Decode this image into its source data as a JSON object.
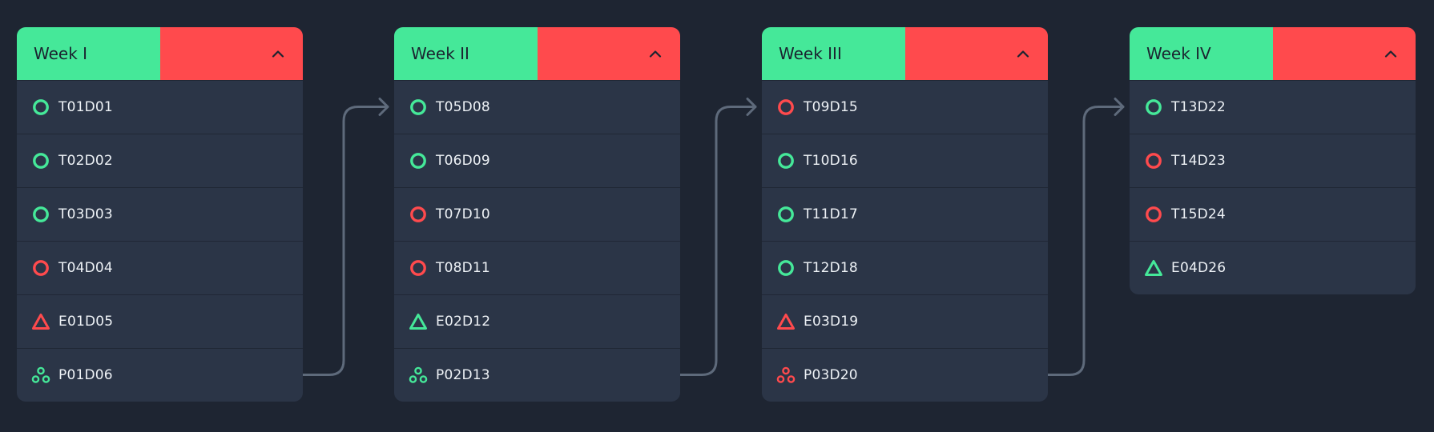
{
  "colors": {
    "background": "#1e2532",
    "card": "#2b3547",
    "divider": "#1f2735",
    "green": "#45e899",
    "red": "#ff4a4d",
    "connector": "#5e6a7b",
    "text": "#eef2f6",
    "header_text": "#1b2430"
  },
  "weeks": [
    {
      "title": "Week I",
      "items": [
        {
          "label": "T01D01",
          "icon": "circle-icon",
          "status": "green"
        },
        {
          "label": "T02D02",
          "icon": "circle-icon",
          "status": "green"
        },
        {
          "label": "T03D03",
          "icon": "circle-icon",
          "status": "green"
        },
        {
          "label": "T04D04",
          "icon": "circle-icon",
          "status": "red"
        },
        {
          "label": "E01D05",
          "icon": "triangle-icon",
          "status": "red"
        },
        {
          "label": "P01D06",
          "icon": "three-circles-icon",
          "status": "green"
        }
      ]
    },
    {
      "title": "Week II",
      "items": [
        {
          "label": "T05D08",
          "icon": "circle-icon",
          "status": "green"
        },
        {
          "label": "T06D09",
          "icon": "circle-icon",
          "status": "green"
        },
        {
          "label": "T07D10",
          "icon": "circle-icon",
          "status": "red"
        },
        {
          "label": "T08D11",
          "icon": "circle-icon",
          "status": "red"
        },
        {
          "label": "E02D12",
          "icon": "triangle-icon",
          "status": "green"
        },
        {
          "label": "P02D13",
          "icon": "three-circles-icon",
          "status": "green"
        }
      ]
    },
    {
      "title": "Week III",
      "items": [
        {
          "label": "T09D15",
          "icon": "circle-icon",
          "status": "red"
        },
        {
          "label": "T10D16",
          "icon": "circle-icon",
          "status": "green"
        },
        {
          "label": "T11D17",
          "icon": "circle-icon",
          "status": "green"
        },
        {
          "label": "T12D18",
          "icon": "circle-icon",
          "status": "green"
        },
        {
          "label": "E03D19",
          "icon": "triangle-icon",
          "status": "red"
        },
        {
          "label": "P03D20",
          "icon": "three-circles-icon",
          "status": "red"
        }
      ]
    },
    {
      "title": "Week IV",
      "items": [
        {
          "label": "T13D22",
          "icon": "circle-icon",
          "status": "green"
        },
        {
          "label": "T14D23",
          "icon": "circle-icon",
          "status": "red"
        },
        {
          "label": "T15D24",
          "icon": "circle-icon",
          "status": "red"
        },
        {
          "label": "E04D26",
          "icon": "triangle-icon",
          "status": "green"
        }
      ]
    }
  ]
}
